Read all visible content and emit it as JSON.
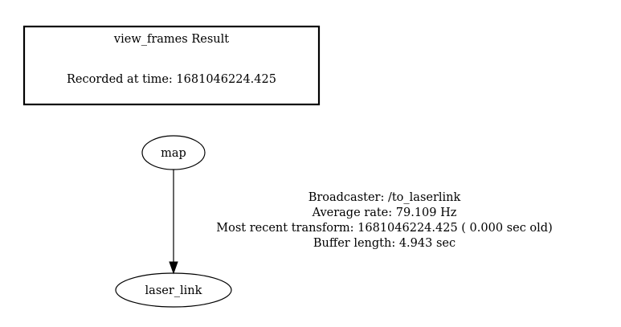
{
  "header_box": {
    "title": "view_frames Result",
    "recorded_line": "Recorded at time: 1681046224.425"
  },
  "nodes": {
    "parent": {
      "label": "map"
    },
    "child": {
      "label": "laser_link"
    }
  },
  "edge": {
    "broadcaster": "Broadcaster: /to_laserlink",
    "average_rate": "Average rate: 79.109 Hz",
    "most_recent_transform": "Most recent transform: 1681046224.425 ( 0.000 sec old)",
    "buffer_length": "Buffer length: 4.943 sec"
  },
  "colors": {
    "stroke": "#000000",
    "background": "#ffffff"
  }
}
